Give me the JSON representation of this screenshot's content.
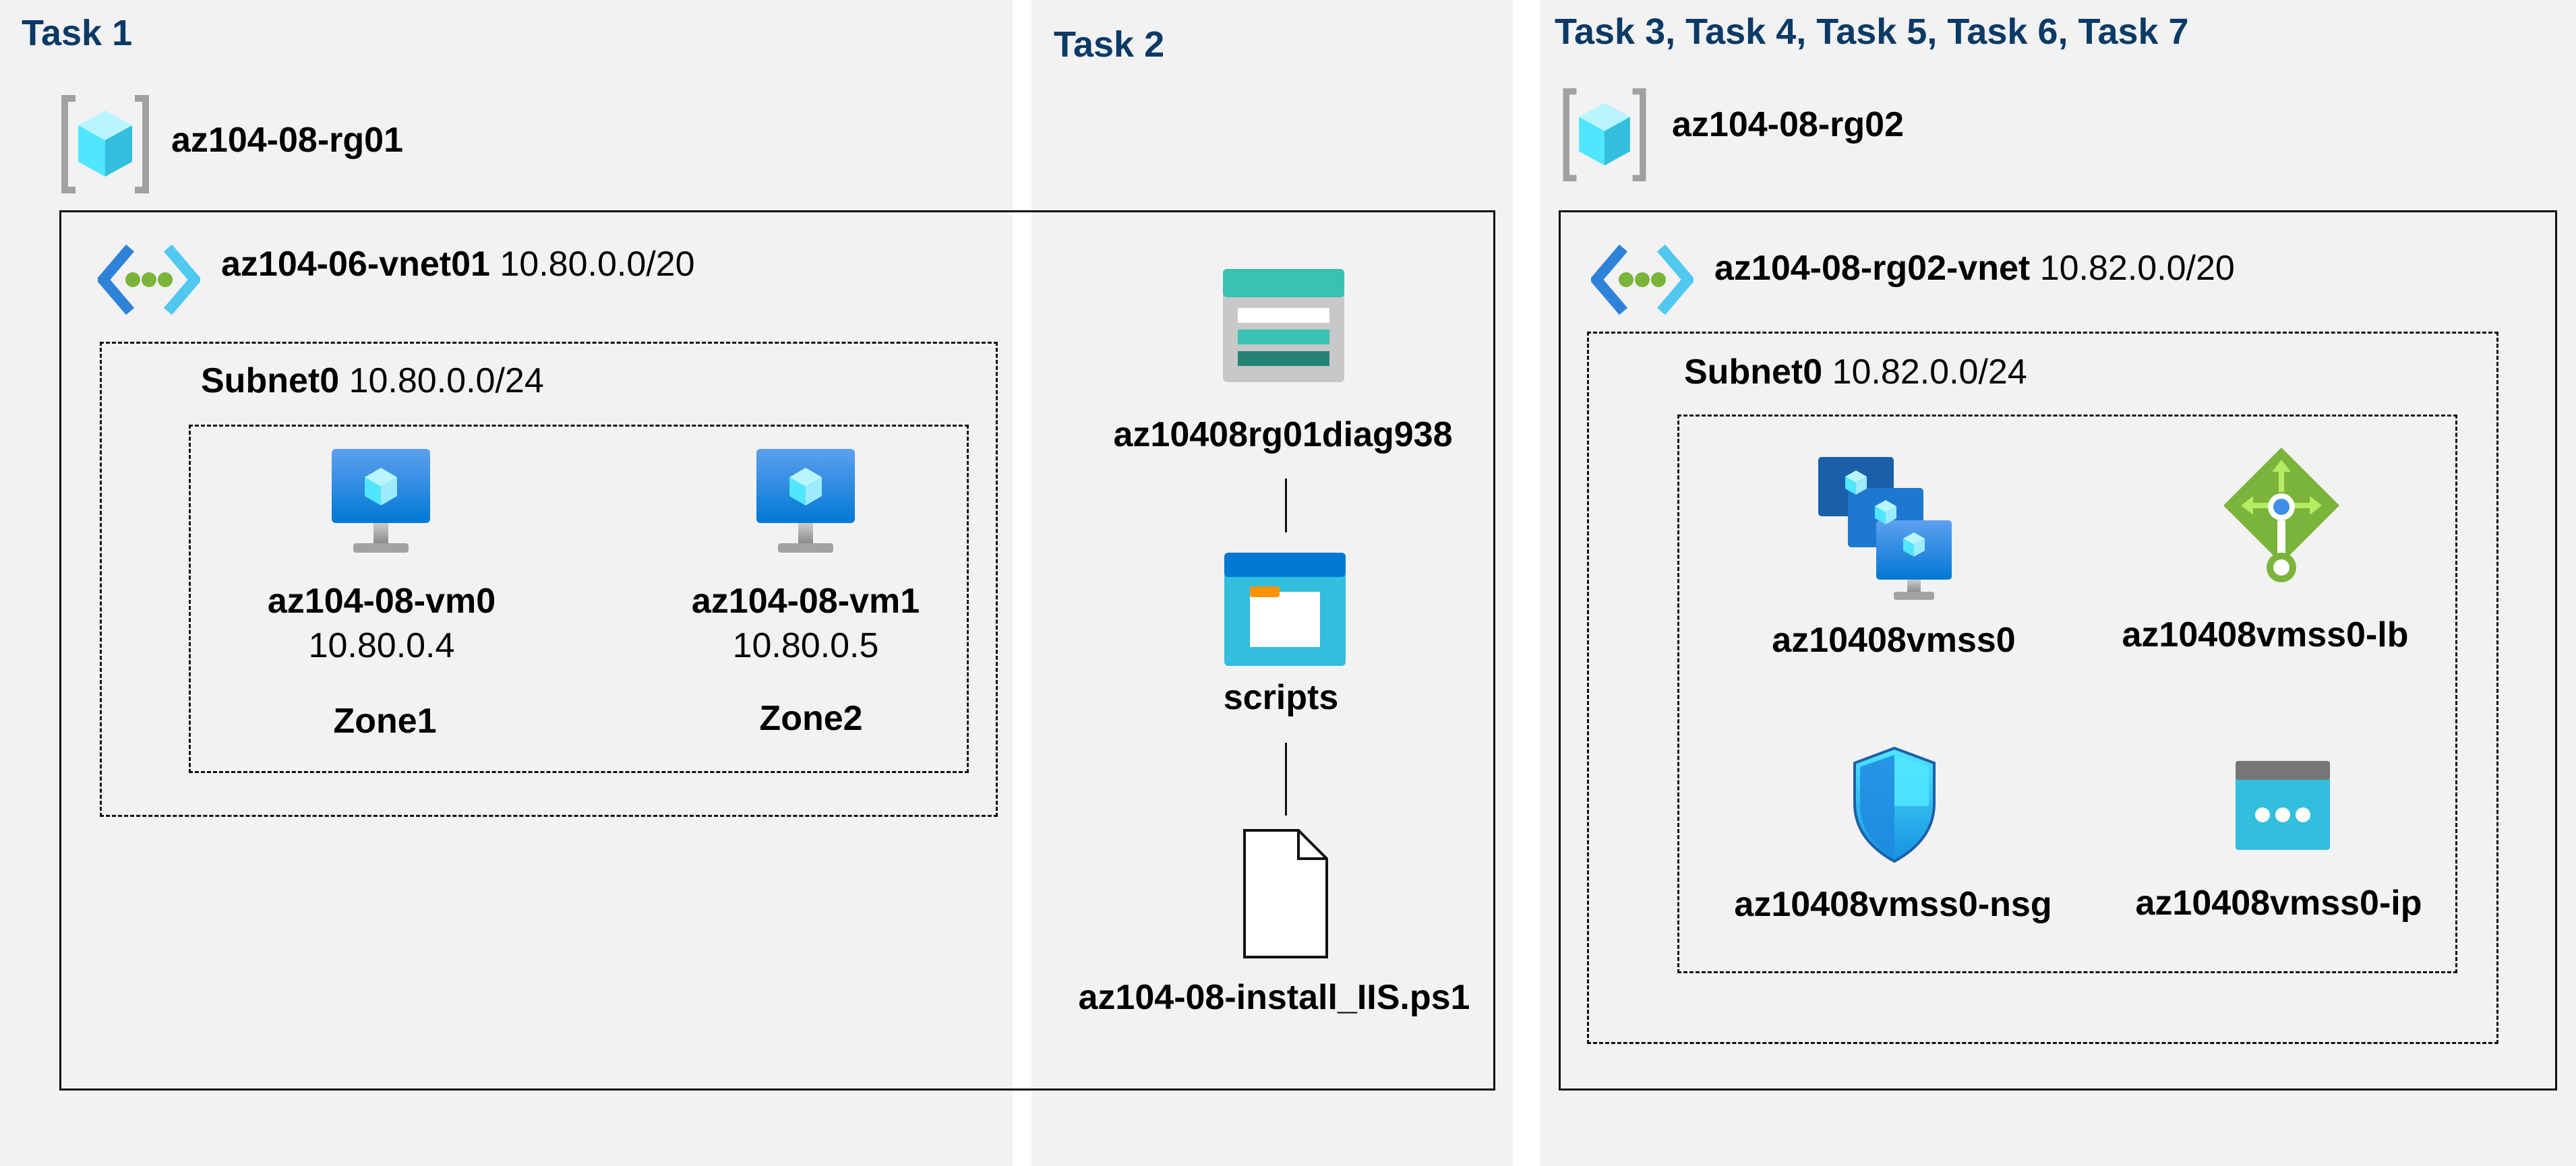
{
  "tasks": {
    "task1": "Task 1",
    "task2": "Task 2",
    "task3_7": "Task 3, Task 4, Task 5, Task 6, Task 7"
  },
  "rg01": {
    "name": "az104-08-rg01",
    "icon": "resource-group-icon"
  },
  "vnet01": {
    "name": "az104-06-vnet01",
    "cidr": "10.80.0.0/20",
    "icon": "virtual-network-icon"
  },
  "subnet01": {
    "name": "Subnet0",
    "cidr": "10.80.0.0/24"
  },
  "vm0": {
    "name": "az104-08-vm0",
    "ip": "10.80.0.4",
    "zone": "Zone1",
    "icon": "virtual-machine-icon"
  },
  "vm1": {
    "name": "az104-08-vm1",
    "ip": "10.80.0.5",
    "zone": "Zone2",
    "icon": "virtual-machine-icon"
  },
  "storage": {
    "name": "az10408rg01diag938",
    "icon": "storage-account-icon"
  },
  "container": {
    "name": "scripts",
    "icon": "blob-container-icon"
  },
  "file": {
    "name": "az104-08-install_IIS.ps1",
    "icon": "file-icon"
  },
  "rg02": {
    "name": "az104-08-rg02",
    "icon": "resource-group-icon"
  },
  "vnet02": {
    "name": "az104-08-rg02-vnet",
    "cidr": "10.82.0.0/20",
    "icon": "virtual-network-icon"
  },
  "subnet02": {
    "name": "Subnet0",
    "cidr": "10.82.0.0/24"
  },
  "vmss": {
    "name": "az10408vmss0",
    "icon": "vm-scale-set-icon"
  },
  "lb": {
    "name": "az10408vmss0-lb",
    "icon": "load-balancer-icon"
  },
  "nsg": {
    "name": "az10408vmss0-nsg",
    "icon": "network-security-group-icon"
  },
  "pip": {
    "name": "az10408vmss0-ip",
    "icon": "public-ip-icon"
  },
  "colors": {
    "task_title": "#0b3a66",
    "panel": "#f2f2f2"
  }
}
